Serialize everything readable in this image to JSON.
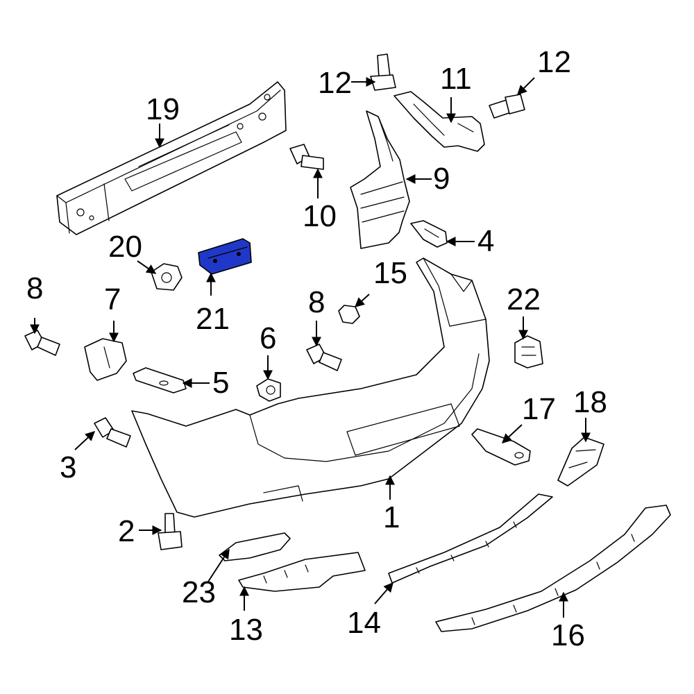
{
  "highlight_color": "#2038c8",
  "callouts": {
    "c1": "1",
    "c2": "2",
    "c3": "3",
    "c4": "4",
    "c5": "5",
    "c6": "6",
    "c7": "7",
    "c8a": "8",
    "c8b": "8",
    "c9": "9",
    "c10": "10",
    "c11": "11",
    "c12a": "12",
    "c12b": "12",
    "c13": "13",
    "c14": "14",
    "c15": "15",
    "c16": "16",
    "c17": "17",
    "c18": "18",
    "c19": "19",
    "c20": "20",
    "c21": "21",
    "c22": "22",
    "c23": "23"
  }
}
